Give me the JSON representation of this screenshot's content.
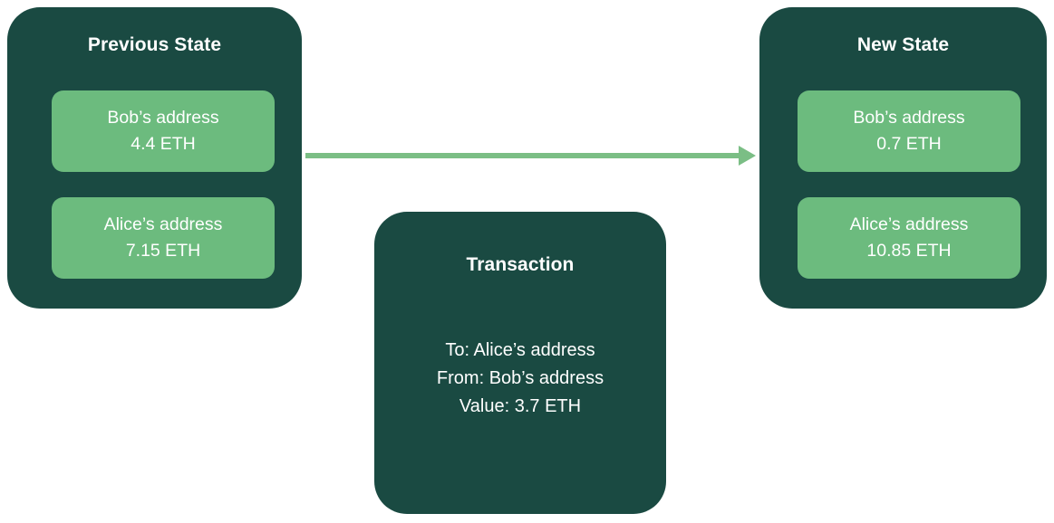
{
  "diagram": {
    "kind": "state-transition-diagram",
    "colors": {
      "panel_background": "#1a4a42",
      "chip_background": "#6cbb7e",
      "arrow": "#7bbe85",
      "text": "#ffffff",
      "canvas": "#ffffff"
    },
    "previous_state": {
      "title": "Previous State",
      "accounts": [
        {
          "label": "Bob’s address",
          "balance": "4.4 ETH",
          "amount": 4.4,
          "unit": "ETH"
        },
        {
          "label": "Alice’s address",
          "balance": "7.15 ETH",
          "amount": 7.15,
          "unit": "ETH"
        }
      ]
    },
    "new_state": {
      "title": "New State",
      "accounts": [
        {
          "label": "Bob’s address",
          "balance": "0.7 ETH",
          "amount": 0.7,
          "unit": "ETH"
        },
        {
          "label": "Alice’s address",
          "balance": "10.85 ETH",
          "amount": 10.85,
          "unit": "ETH"
        }
      ]
    },
    "transaction": {
      "title": "Transaction",
      "lines": [
        "To: Alice’s address",
        "From: Bob’s address",
        "Value: 3.7 ETH"
      ],
      "to": "Alice’s address",
      "from": "Bob’s address",
      "value": "3.7 ETH"
    },
    "arrow": {
      "icon": "arrow-right-icon",
      "direction": "right",
      "from_node": "previous-state",
      "to_node": "new-state",
      "color": "#7bbe85"
    }
  }
}
